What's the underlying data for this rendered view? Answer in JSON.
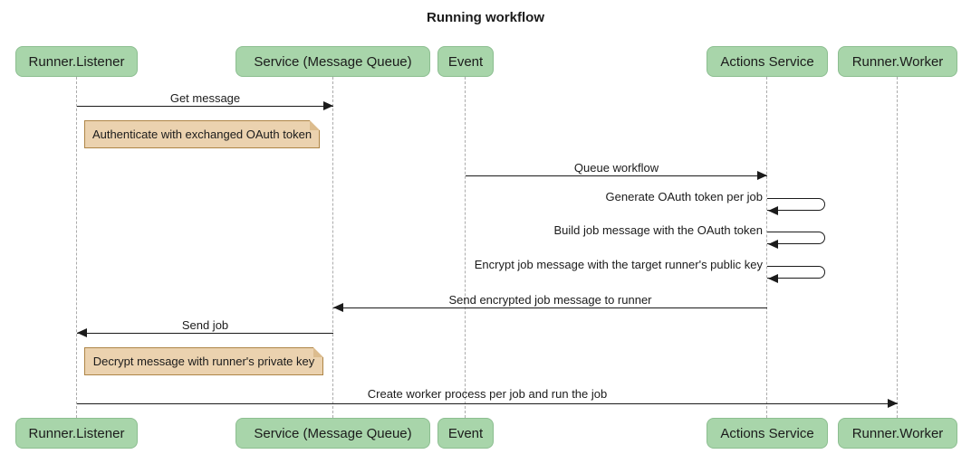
{
  "title": "Running workflow",
  "participants": [
    {
      "label": "Runner.Listener"
    },
    {
      "label": "Service (Message Queue)"
    },
    {
      "label": "Event"
    },
    {
      "label": "Actions Service"
    },
    {
      "label": "Runner.Worker"
    }
  ],
  "messages": [
    {
      "label": "Get message",
      "from": "Runner.Listener",
      "to": "Service (Message Queue)",
      "type": "solid-arrow"
    },
    {
      "label": "Queue workflow",
      "from": "Event",
      "to": "Actions Service",
      "type": "solid-arrow"
    },
    {
      "label": "Generate OAuth token per job",
      "from": "Actions Service",
      "to": "Actions Service",
      "type": "self-loop"
    },
    {
      "label": "Build job message with the OAuth token",
      "from": "Actions Service",
      "to": "Actions Service",
      "type": "self-loop"
    },
    {
      "label": "Encrypt job message with the target runner's public key",
      "from": "Actions Service",
      "to": "Actions Service",
      "type": "self-loop"
    },
    {
      "label": "Send encrypted job message to runner",
      "from": "Actions Service",
      "to": "Service (Message Queue)",
      "type": "solid-arrow"
    },
    {
      "label": "Send job",
      "from": "Service (Message Queue)",
      "to": "Runner.Listener",
      "type": "solid-arrow"
    },
    {
      "label": "Create worker process per job and run the job",
      "from": "Runner.Listener",
      "to": "Runner.Worker",
      "type": "solid-arrow"
    }
  ],
  "notes": [
    {
      "label": "Authenticate with exchanged OAuth token",
      "position": "right of Runner.Listener"
    },
    {
      "label": "Decrypt message with runner's private key",
      "position": "right of Runner.Listener"
    }
  ],
  "colors": {
    "participant_fill": "#A8D5AA",
    "participant_border": "#8CBE90",
    "note_fill": "#EBD2AF",
    "note_border": "#AE8546",
    "lifeline": "#ABABAB",
    "line": "#1B1B1B",
    "background": "#FFFFFF"
  }
}
